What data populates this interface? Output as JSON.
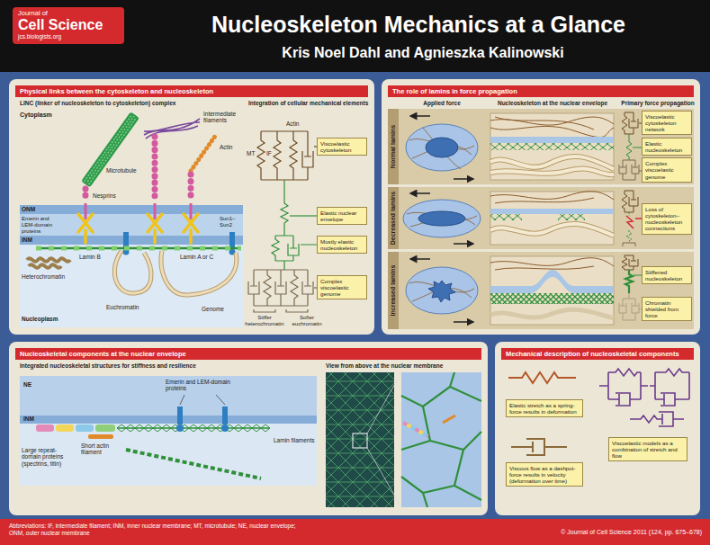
{
  "diagram": {
    "title": "Nucleoskeleton Mechanics at a Glance",
    "caption": "Abbreviations: IF, intermediate filament; INM, inner nuclear membrane; MT, microtubule; NE, nuclear envelope; ONM, outer nuclear membrane",
    "nodes": [
      {
        "text": [
          "Journal of",
          "Cell Science",
          "jcs.biologists.org"
        ]
      },
      {
        "text": [
          "Physical links between the cytoskeleton and nucleoskeleton"
        ]
      },
      {
        "text": [
          "Viscoelastic cytoskeleton"
        ],
        "in": 1
      },
      {
        "text": [
          "Elastic nuclear envelope"
        ],
        "in": 1
      },
      {
        "text": [
          "Mostly elastic nucleoskeleton"
        ],
        "in": 1
      },
      {
        "text": [
          "Complex viscoelastic genome"
        ],
        "in": 1
      },
      {
        "text": [
          "The role of lamins in force propagation"
        ]
      },
      {
        "text": [
          "Normal lamins"
        ],
        "in": 6
      },
      {
        "text": [
          "Viscoelastic cytoskeleton network"
        ],
        "in": 7
      },
      {
        "text": [
          "Elastic nucleoskeleton"
        ],
        "in": 7
      },
      {
        "text": [
          "Complex viscoelastic genome"
        ],
        "in": 7
      },
      {
        "text": [
          "Decreased lamins"
        ],
        "in": 6
      },
      {
        "text": [
          "Loss of cytoskeleton–nucleoskeleton connections"
        ],
        "in": 11
      },
      {
        "text": [
          "Increased lamins"
        ],
        "in": 6
      },
      {
        "text": [
          "Stiffened nucleoskeleton"
        ],
        "in": 13
      },
      {
        "text": [
          "Chromatin shielded from force"
        ],
        "in": 13
      },
      {
        "text": [
          "Nucleoskeletal components at the nuclear envelope"
        ]
      },
      {
        "text": [
          "Mechanical description of nucleoskeletal components"
        ]
      },
      {
        "text": [
          "Elastic stretch as a spring-force results in deformation"
        ],
        "in": 17
      },
      {
        "text": [
          "Viscoelastic models as a combination of stretch and flow"
        ],
        "in": 17
      },
      {
        "text": [
          "Viscous flow as a dashpot-force results in velocity (deformation over time)"
        ],
        "in": 17
      }
    ],
    "labels": [
      "Kris Noel Dahl and Agnieszka Kalinowski",
      "LINC (linker of nucleoskeleton to cytoskeleton) complex",
      "Integration of cellular mechanical elements",
      "Cytoplasm",
      "Microtubule",
      "Intermediate filaments",
      "Actin",
      "Nesprins",
      "MT",
      "IF",
      "Actin",
      "ONM",
      "Emerin and LEM-domain proteins",
      "INM",
      "Sun1–Sun2",
      "Lamin B",
      "Lamin A or C",
      "Heterochromatin",
      "Euchromatin",
      "Genome",
      "Nucleoplasm",
      "Stiffer heterochromatin",
      "Softer euchromatin",
      "Applied force",
      "Nucleoskeleton at the nuclear envelope",
      "Primary force propagation",
      "Integrated nucleoskeletal structures for stiffness and resilience",
      "View from above at the nuclear membrane",
      "NE",
      "Emerin and LEM-domain proteins",
      "INM",
      "Short actin filament",
      "Lamin filaments",
      "Large repeat-domain proteins (spectrins, titin)",
      "© Journal of Cell Science 2011 (124, pp. 675–678)"
    ]
  }
}
